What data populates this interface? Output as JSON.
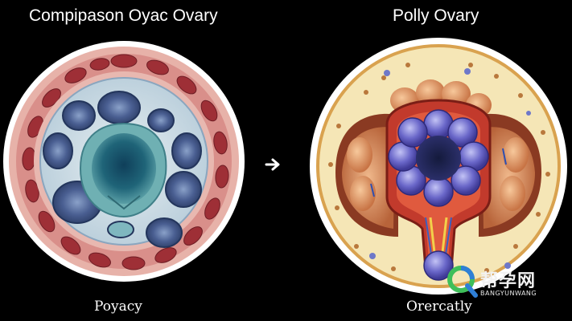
{
  "titles": {
    "left": "Compipason Oyac Ovary",
    "right": "Polly Ovary"
  },
  "captions": {
    "left": "Poyacy",
    "right": "Orercatly"
  },
  "watermark": {
    "logo_text": "帮孕网",
    "sub_text": "BANGYUNWANG"
  },
  "colors": {
    "background": "#000000",
    "text": "#ffffff",
    "left_cortex": "#e6b3ad",
    "left_inner": "#c9dbe5",
    "follicle": "#4f6596",
    "right_fat": "#f6e9b8",
    "right_stroma": "#d88a5a",
    "right_center": "#6b68c8",
    "logo_green": "#3fbf5a",
    "logo_blue": "#2f7fd6"
  },
  "icons": {
    "arrow": "arrow-right-icon",
    "logo": "search-q-logo-icon"
  }
}
